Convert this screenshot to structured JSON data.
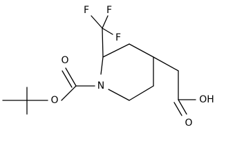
{
  "molecule": {
    "atoms": {
      "n1": "N",
      "f_top_left": "F",
      "f_top_right": "F",
      "f_right": "F",
      "o_carbonyl": "O",
      "o_ether": "O",
      "oh": "OH",
      "o_acid": "O"
    },
    "colors": {
      "bond": "#000000",
      "label": "#000000",
      "background": "#ffffff"
    }
  }
}
